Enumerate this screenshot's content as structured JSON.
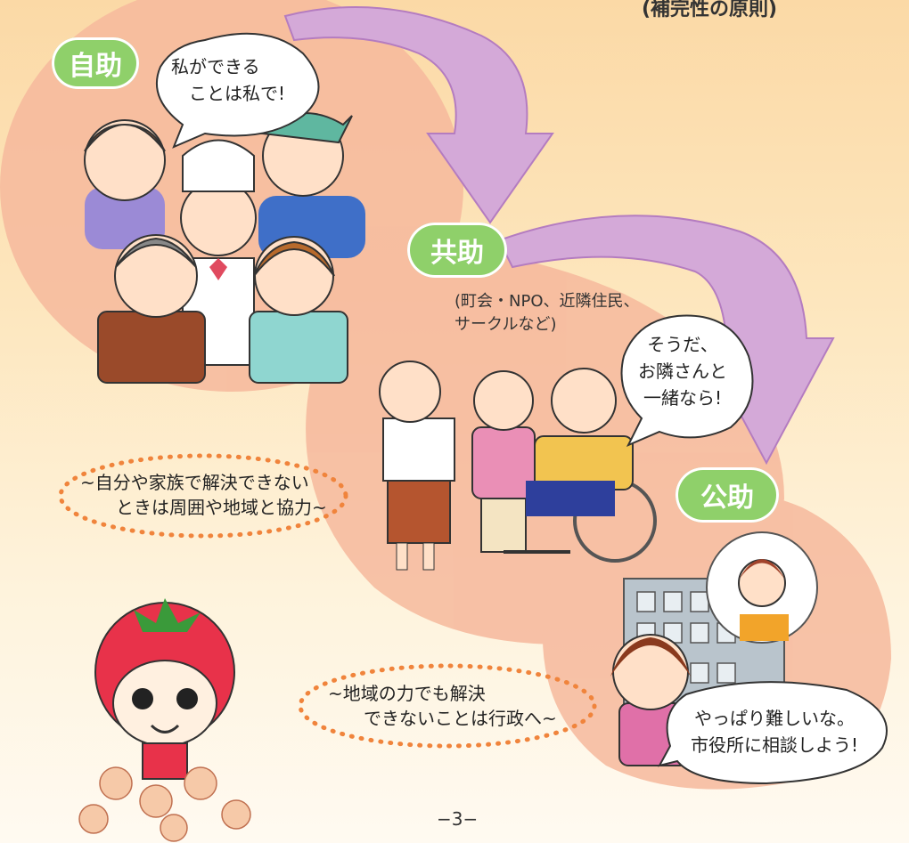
{
  "header": {
    "principle": "(補完性の原則)"
  },
  "stages": {
    "self": {
      "label": "自助",
      "speech_line1": "私ができる",
      "speech_line2": "ことは私で!"
    },
    "mutual": {
      "label": "共助",
      "note_line1": "(町会・NPO、近隣住民、",
      "note_line2": "サークルなど)",
      "speech_line1": "そうだ、",
      "speech_line2": "お隣さんと",
      "speech_line3": "一緒なら!"
    },
    "public": {
      "label": "公助",
      "speech_line1": "やっぱり難しいな。",
      "speech_line2": "市役所に相談しよう!"
    }
  },
  "captions": {
    "c1_line1": "~自分や家族で解決できない",
    "c1_line2": "ときは周囲や地域と協力~",
    "c2_line1": "~地域の力でも解決",
    "c2_line2": "できないことは行政へ~"
  },
  "footer": {
    "page_number": "−3−"
  },
  "colors": {
    "blob": "#f6b89c",
    "arrow": "#d4a9d8",
    "arrow_stroke": "#b47cc0",
    "pill": "#8fd06a",
    "dots": "#f0843c"
  }
}
